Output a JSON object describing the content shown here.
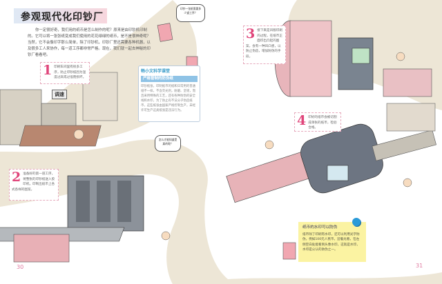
{
  "page_title": "参观现代化印钞厂",
  "intro": "你一定很好奇，我们用的纸币是怎么制作的呢？原来是由印钞机印制的。它可以将一张张纸变成我们使用的花花绿绿的纸币，是不是很神奇呢？当然，它不会像印字那么简单，除了印钞机，印钞厂里还需要各种机器，以及很多工人来协作，每一道工序都非常严格。现在，我们就一起去神秘的印钞厂看看吧。",
  "steps": [
    {
      "num": "1",
      "text": "印刷车间里有很多工序，防止印钞纸因为温度过高或过低而损坏。"
    },
    {
      "num": "2",
      "text": "准备好的第一道工序，将整张的印钞纸送入胶印机，印制出纸币上各式各样的图案。"
    },
    {
      "num": "3",
      "text": "接下来是凹版印刷的过程，在纸币正面印出凸起的图案，会有一种凹凸感，以防止伪造，增加防伪的手段。"
    },
    {
      "num": "4",
      "text": "印好的纸币会被切割成单张的纸币，检验合格。"
    }
  ],
  "sidebar": {
    "header": "畅小文科学课堂",
    "subheader": "严格管制的防伪纸",
    "body": "印钞纸张，印制纸币的纸和日常用的普通纸不一样，不含荧光剂，耐磨、坚韧，而且采用特殊的工艺，还有各种防伪的安全线和水印，为了防止有不法分子伪造纸币，这些纸张由国家严格控制生产，未经许可生产这类纸张是违法行为。"
  },
  "bubbles": [
    "印钞一张纸需要多少道工序？",
    "怎么才能知道是真的呢？"
  ],
  "note": {
    "title": "纸币的水印可以防伪",
    "body": "纸币除了印刷有水印，还可以利用光学防伪，例如100元人民币，迎着光看，在左侧空白处能看到头像水印，这就是水印，水印是公认的防伪之一。"
  },
  "machine_sign": "调速",
  "page_numbers": {
    "left": "30",
    "right": "31"
  },
  "colors": {
    "beige": "#ede6d6",
    "pink": "#e0457a",
    "note": "#fbf3a2",
    "blue": "#3a9cc9"
  }
}
